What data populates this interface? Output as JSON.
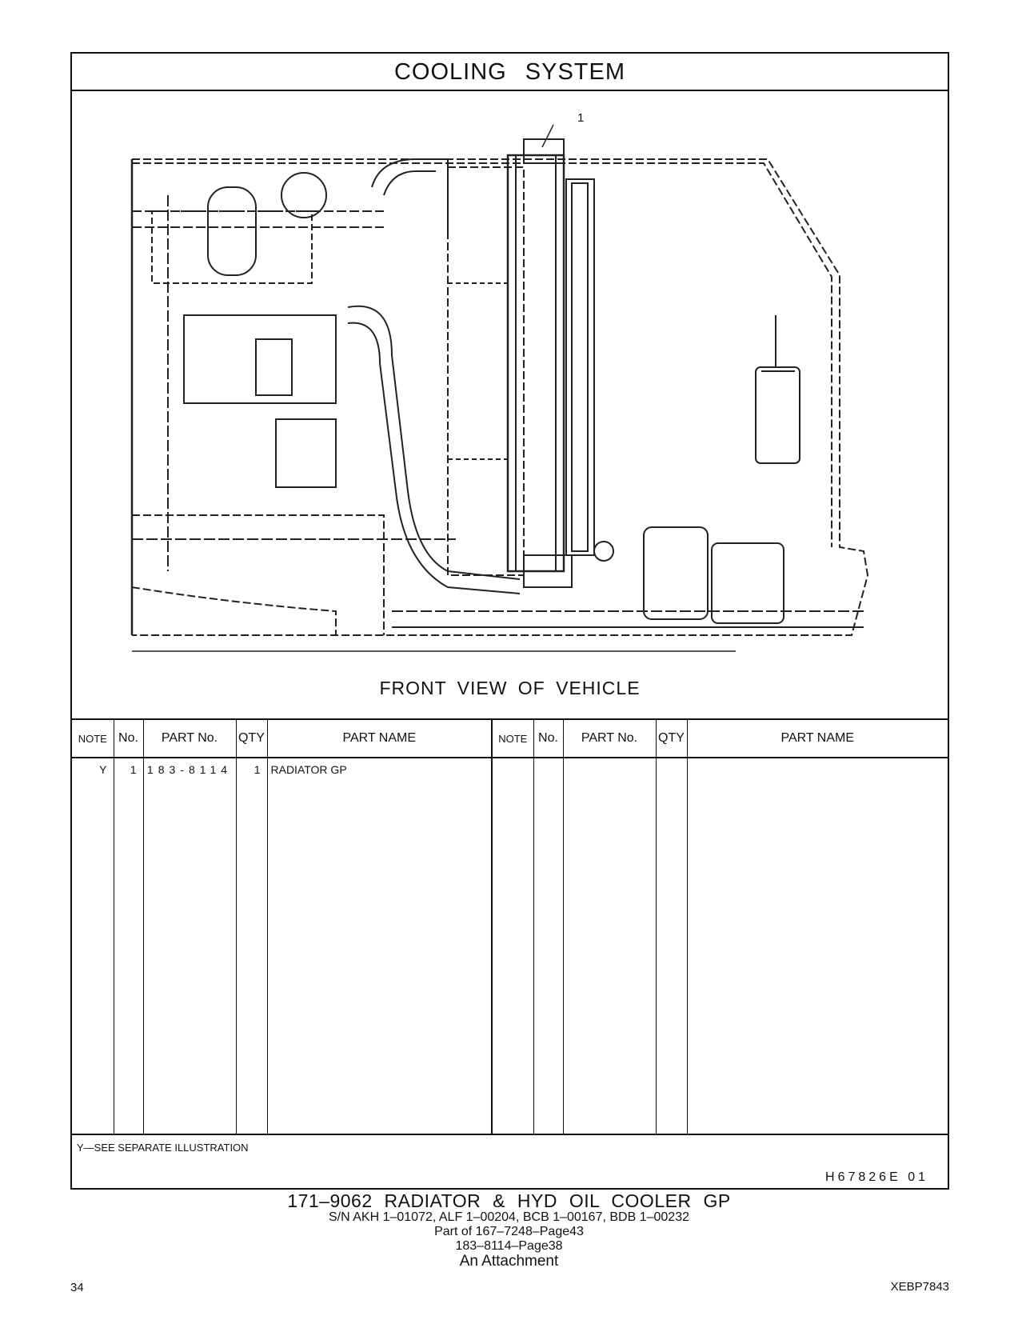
{
  "header": {
    "title": "COOLING  SYSTEM"
  },
  "illustration": {
    "caption": "FRONT  VIEW  OF  VEHICLE",
    "callout": "1"
  },
  "table": {
    "headers": [
      "NOTE",
      "No.",
      "PART No.",
      "QTY",
      "PART NAME",
      "NOTE",
      "No.",
      "PART No.",
      "QTY",
      "PART NAME"
    ],
    "rows": [
      {
        "note": "Y",
        "no": "1",
        "part_no": "183-8114",
        "qty": "1",
        "part_name": "RADIATOR  GP"
      }
    ]
  },
  "footnote": "Y—SEE  SEPARATE  ILLUSTRATION",
  "drawing_code": "H67826E   01",
  "document": {
    "title": "171–9062  RADIATOR  &  HYD  OIL  COOLER  GP",
    "serials": "S/N AKH 1–01072, ALF 1–00204, BCB 1–00167, BDB 1–00232",
    "part_of": "Part of 167–7248–Page43",
    "ref": "183–8114–Page38",
    "attachment": "An Attachment"
  },
  "page_number": "34",
  "doc_id": "XEBP7843"
}
